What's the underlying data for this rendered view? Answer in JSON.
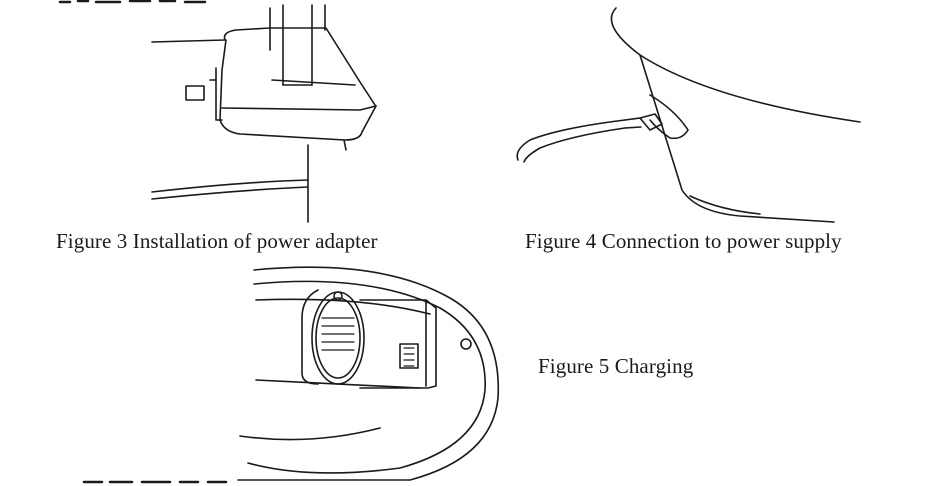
{
  "captions": {
    "figure3": "Figure 3 Installation of power adapter",
    "figure4": "Figure 4 Connection to power supply",
    "figure5": "Figure 5 Charging"
  },
  "colors": {
    "ink": "#1a1a1a",
    "background": "#ffffff"
  }
}
